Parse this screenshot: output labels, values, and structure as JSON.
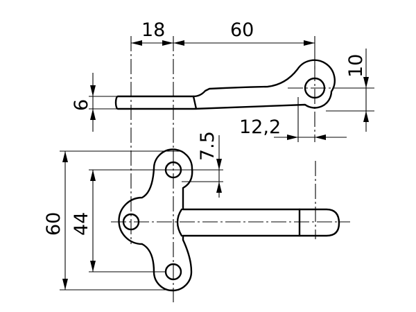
{
  "dimensions": {
    "width_left": "18",
    "width_main": "60",
    "ring_height": "10",
    "plate_thickness": "6",
    "ring_offset": "12,2",
    "hole_spacing_small": "7.5",
    "hole_spacing": "44",
    "overall_height": "60"
  }
}
